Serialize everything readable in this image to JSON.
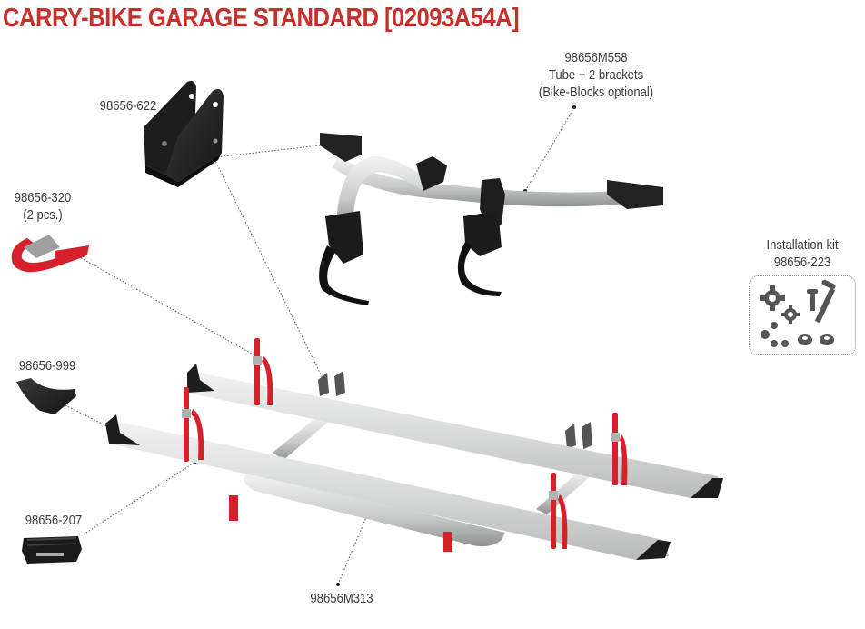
{
  "page": {
    "title": "CARRY-BIKE GARAGE STANDARD [02093A54A]",
    "title_color": "#c8312b"
  },
  "parts": [
    {
      "id": "tube",
      "lines": [
        "98656M558",
        "Tube + 2 brackets",
        "(Bike-Blocks optional)"
      ]
    },
    {
      "id": "bracket",
      "lines": [
        "98656-622"
      ]
    },
    {
      "id": "strap",
      "lines": [
        "98656-320",
        "(2 pcs.)"
      ]
    },
    {
      "id": "install-kit",
      "lines": [
        "Installation kit",
        "98656-223"
      ]
    },
    {
      "id": "end-cap",
      "lines": [
        "98656-999"
      ]
    },
    {
      "id": "rail-cap",
      "lines": [
        "98656-207"
      ]
    },
    {
      "id": "rack",
      "lines": [
        "98656M313"
      ]
    }
  ],
  "colors": {
    "label_text": "#3a3a3a",
    "strap_red": "#d6202a",
    "rail_silver": "#dcdedd",
    "part_black": "#1e1e1e",
    "leader": "#555555"
  }
}
